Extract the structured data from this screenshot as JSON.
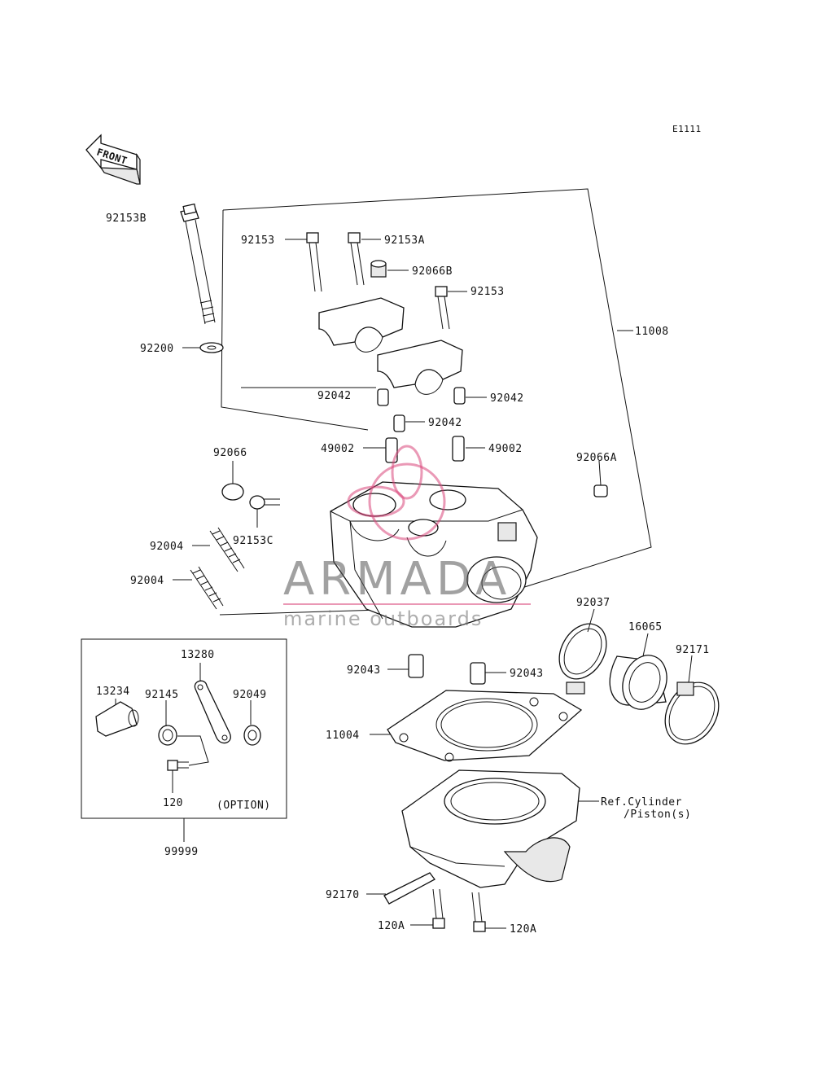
{
  "diagram_code": "E1111",
  "front_label": "FRONT",
  "labels": {
    "p92153B": "92153B",
    "p92153_a": "92153",
    "p92153A": "92153A",
    "p92066B": "92066B",
    "p92153_b": "92153",
    "p11008": "11008",
    "p92200": "92200",
    "p92042_a": "92042",
    "p92042_b": "92042",
    "p92042_c": "92042",
    "p49002_a": "49002",
    "p49002_b": "49002",
    "p92066": "92066",
    "p92066A": "92066A",
    "p92153C": "92153C",
    "p92004_a": "92004",
    "p92004_b": "92004",
    "p92037": "92037",
    "p16065": "16065",
    "p92171": "92171",
    "p13280": "13280",
    "p13234": "13234",
    "p92145": "92145",
    "p92049": "92049",
    "p120": "120",
    "option": "(OPTION)",
    "p99999": "99999",
    "p92043_a": "92043",
    "p92043_b": "92043",
    "p11004": "11004",
    "ref_line1": "Ref.Cylinder",
    "ref_line2": "/Piston(s)",
    "p92170": "92170",
    "p120A_a": "120A",
    "p120A_b": "120A"
  },
  "watermark": {
    "brand": "ARMADA",
    "tagline": "marine outboards",
    "accent_color": "#d9457a"
  }
}
